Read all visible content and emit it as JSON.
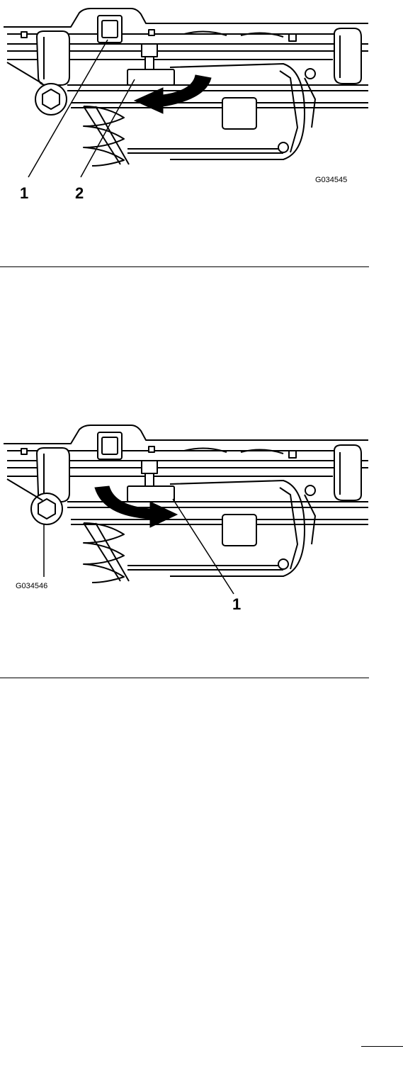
{
  "figures": [
    {
      "id": "figure-1",
      "code": "G034545",
      "callouts": [
        "1",
        "2"
      ],
      "arrow_direction": "left"
    },
    {
      "id": "figure-2",
      "code": "G034546",
      "callouts": [
        "1"
      ],
      "arrow_direction": "right"
    }
  ]
}
